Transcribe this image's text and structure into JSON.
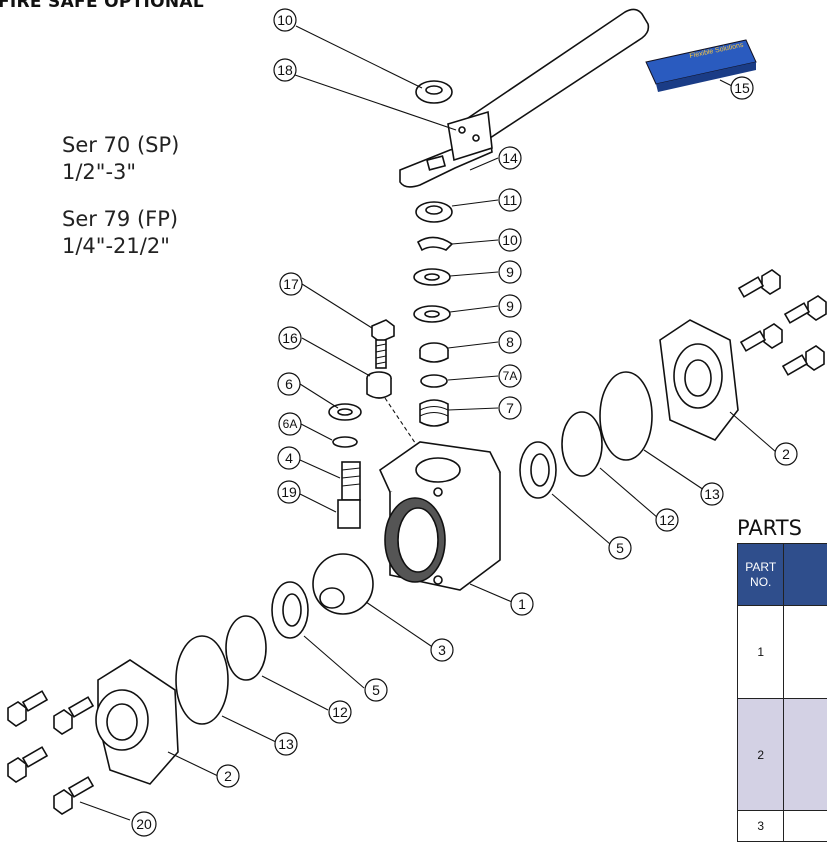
{
  "heading": "FIRE SAFE OPTIONAL",
  "series": [
    {
      "line1": "Ser 70 (SP)",
      "line2": "1/2\"-3\""
    },
    {
      "line1": "Ser 79 (FP)",
      "line2": "1/4\"-21/2\""
    }
  ],
  "parts_table": {
    "title": "PARTS",
    "header": "PART NO.",
    "rows": [
      "1",
      "2",
      "3"
    ]
  },
  "callouts": [
    "10",
    "18",
    "15",
    "14",
    "11",
    "10",
    "9",
    "9",
    "17",
    "8",
    "16",
    "7A",
    "6",
    "7",
    "6A",
    "4",
    "19",
    "2",
    "13",
    "12",
    "5",
    "1",
    "3",
    "5",
    "12",
    "13",
    "2",
    "20"
  ],
  "usb_label": "Flexible Solutions",
  "colors": {
    "table_header": "#2f4e8c",
    "row_alt": "#d3d1e4",
    "usb": "#2a5bbf"
  }
}
